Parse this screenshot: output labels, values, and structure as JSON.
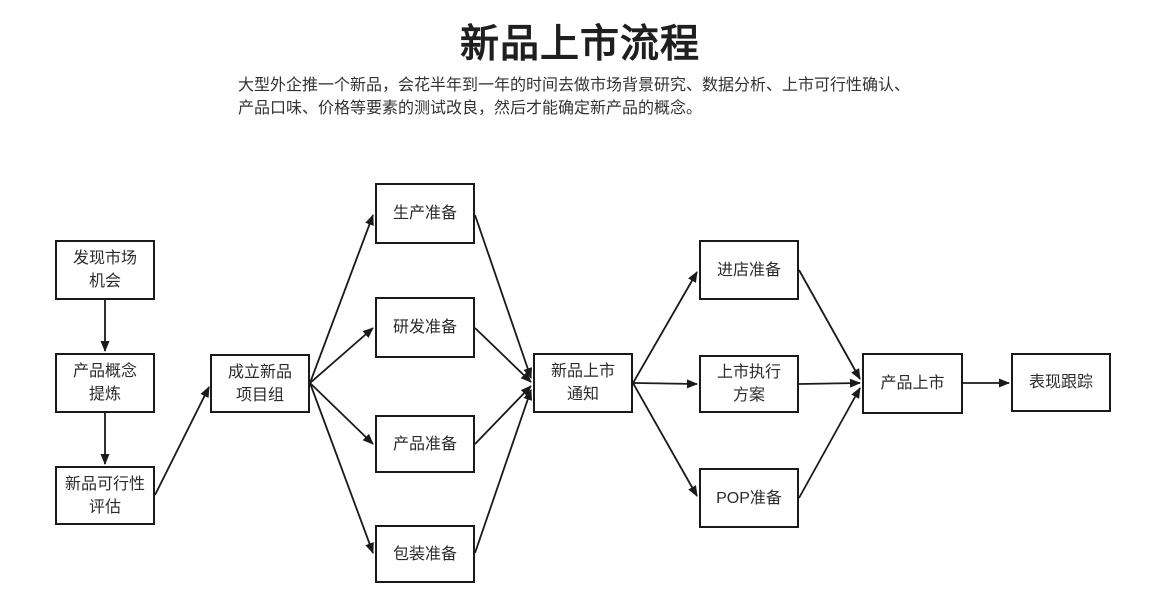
{
  "header": {
    "title": "新品上市流程",
    "description_line1": "大型外企推一个新品，会花半年到一年的时间去做市场背景研究、数据分析、上市可行性确认、",
    "description_line2": "产品口味、价格等要素的测试改良，然后才能确定新产品的概念。"
  },
  "flowchart": {
    "nodes": {
      "discover": {
        "label": "发现市场\n机会"
      },
      "concept": {
        "label": "产品概念\n提炼"
      },
      "feasibility": {
        "label": "新品可行性\n评估"
      },
      "team": {
        "label": "成立新品\n项目组"
      },
      "production": {
        "label": "生产准备"
      },
      "rnd": {
        "label": "研发准备"
      },
      "product_prep": {
        "label": "产品准备"
      },
      "packaging": {
        "label": "包装准备"
      },
      "notice": {
        "label": "新品上市\n通知"
      },
      "store": {
        "label": "进店准备"
      },
      "execution": {
        "label": "上市执行\n方案"
      },
      "pop": {
        "label": "POP准备"
      },
      "launch": {
        "label": "产品上市"
      },
      "tracking": {
        "label": "表现跟踪"
      }
    },
    "edges": [
      {
        "from": "discover",
        "to": "concept"
      },
      {
        "from": "concept",
        "to": "feasibility"
      },
      {
        "from": "feasibility",
        "to": "team"
      },
      {
        "from": "team",
        "to": "production"
      },
      {
        "from": "team",
        "to": "rnd"
      },
      {
        "from": "team",
        "to": "product_prep"
      },
      {
        "from": "team",
        "to": "packaging"
      },
      {
        "from": "production",
        "to": "notice"
      },
      {
        "from": "rnd",
        "to": "notice"
      },
      {
        "from": "product_prep",
        "to": "notice"
      },
      {
        "from": "packaging",
        "to": "notice"
      },
      {
        "from": "notice",
        "to": "store"
      },
      {
        "from": "notice",
        "to": "execution"
      },
      {
        "from": "notice",
        "to": "pop"
      },
      {
        "from": "store",
        "to": "launch"
      },
      {
        "from": "execution",
        "to": "launch"
      },
      {
        "from": "pop",
        "to": "launch"
      },
      {
        "from": "launch",
        "to": "tracking"
      }
    ],
    "colors": {
      "line": "#1a1a1a",
      "box_border": "#1a1a1a",
      "text": "#2b2b2b",
      "background": "#ffffff"
    }
  }
}
